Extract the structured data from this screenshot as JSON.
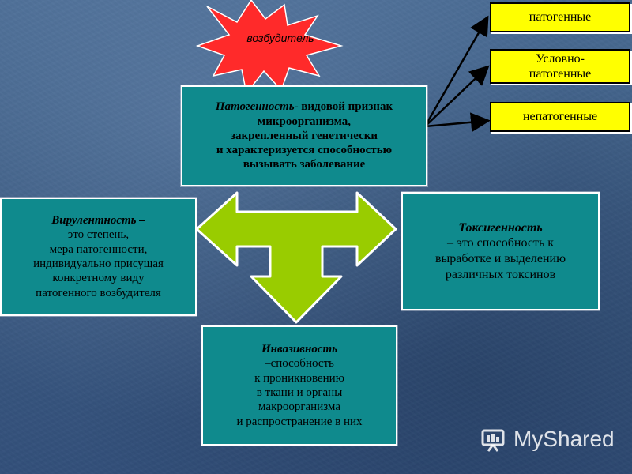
{
  "star": {
    "label": "возбудитель",
    "color": "#ff2a2a"
  },
  "main_box": {
    "lines": [
      {
        "term": "Патогенность",
        "rest": "- видовой признак"
      },
      "микроорганизма,",
      "закрепленный генетически",
      "и характеризуется способностью",
      "вызывать заболевание"
    ]
  },
  "types": [
    "патогенные",
    "Условно-\nпатогенные",
    "непатогенные"
  ],
  "types_lines": {
    "t1": "патогенные",
    "t2a": "Условно-",
    "t2b": "патогенные",
    "t3": "непатогенные"
  },
  "virulence": {
    "title": "Вирулентность –",
    "lines": [
      "это степень,",
      "мера патогенности,",
      "индивидуально присущая",
      "конкретному виду",
      "патогенного возбудителя"
    ]
  },
  "toxigenicity": {
    "title": "Токсигенность",
    "lines": [
      "– это способность к",
      "выработке и выделению",
      "различных токсинов"
    ]
  },
  "invasiveness": {
    "title": "Инвазивность",
    "lines": [
      "–способность",
      "к проникновению",
      "в ткани и органы",
      "макроорганизма",
      "и распространение в них"
    ]
  },
  "watermark": {
    "text": "MyShared"
  },
  "colors": {
    "teal": "#0f8a8d",
    "yellow": "#ffff00",
    "arrow_green": "#99cc00",
    "star_red": "#ff2a2a"
  }
}
